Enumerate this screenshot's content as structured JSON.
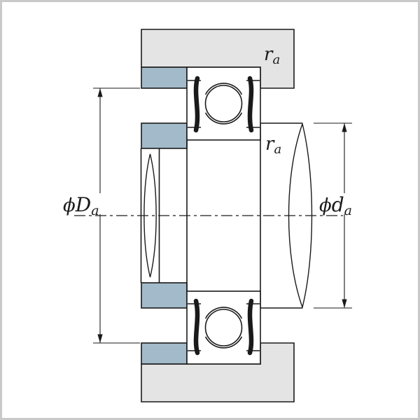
{
  "diagram": {
    "labels": {
      "housing_fillet": {
        "base": "r",
        "sub": "a"
      },
      "shaft_fillet": {
        "base": "r",
        "sub": "a"
      },
      "housing_abutment_diameter": {
        "phi": "ϕ",
        "base": "D",
        "sub": "a"
      },
      "shaft_abutment_diameter": {
        "phi": "ϕ",
        "base": "d",
        "sub": "a"
      }
    },
    "colors": {
      "background": "#ffffff",
      "border": "#c9c9c9",
      "line": "#1a1a1a",
      "housing_fill": "#e4e4e4",
      "abutment_fill": "#a2bac9"
    }
  }
}
